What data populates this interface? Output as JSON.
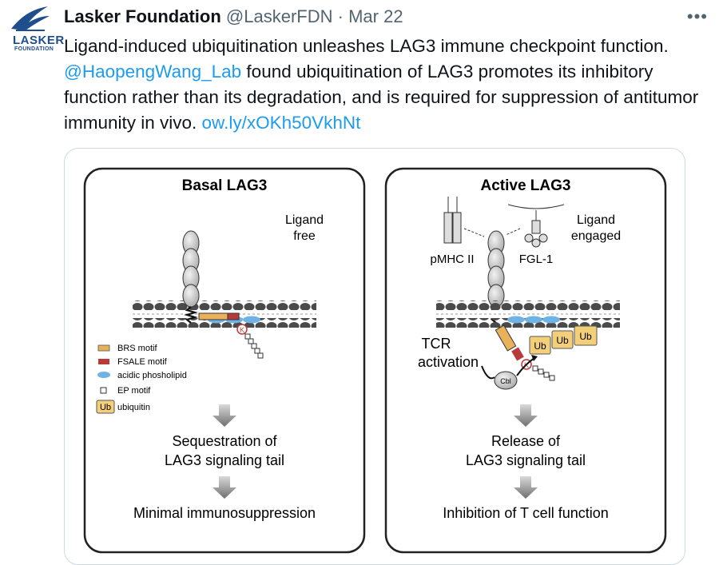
{
  "account": {
    "logo_top": "LASKER",
    "logo_bottom": "FOUNDATION",
    "name": "Lasker Foundation",
    "handle": "@LaskerFDN",
    "separator": "·",
    "date": "Mar 22",
    "more_icon": "more-dots-icon",
    "more_glyph": "•••"
  },
  "tweet": {
    "text_part1": "Ligand-induced ubiquitination unleashes LAG3 immune checkpoint function. ",
    "mention": "@HaopengWang_Lab",
    "text_part2": " found ubiquitination of LAG3 promotes its inhibitory function rather than its degradation, and is required for suppression of antitumor immunity in vivo. ",
    "link": "ow.ly/xOKh50VkhNt"
  },
  "figure": {
    "left_panel": {
      "title": "Basal LAG3",
      "ligand_state_line1": "Ligand",
      "ligand_state_line2": "free",
      "outcome1_line1": "Sequestration of",
      "outcome1_line2": "LAG3 signaling tail",
      "outcome2": "Minimal immunosuppression"
    },
    "right_panel": {
      "title": "Active LAG3",
      "ligand_state_line1": "Ligand",
      "ligand_state_line2": "engaged",
      "pmhc": "pMHC II",
      "fgl1": "FGL-1",
      "tcr_line1": "TCR",
      "tcr_line2": "activation",
      "cbl": "Cbl",
      "outcome1_line1": "Release of",
      "outcome1_line2": "LAG3 signaling tail",
      "outcome2": "Inhibition of T cell function"
    },
    "legend": {
      "brs": "BRS motif",
      "fsale": "FSALE motif",
      "acidic": "acidic phosholipid",
      "ep": "EP motif",
      "ub_label": "Ub",
      "ub": "ubiquitin"
    },
    "k_label": "K",
    "colors": {
      "brs": "#e8b15a",
      "fsale": "#b83a3a",
      "acidic": "#6fb3e6",
      "ubiquitin": "#f4cf7a",
      "membrane": "#3a3a3a"
    }
  }
}
